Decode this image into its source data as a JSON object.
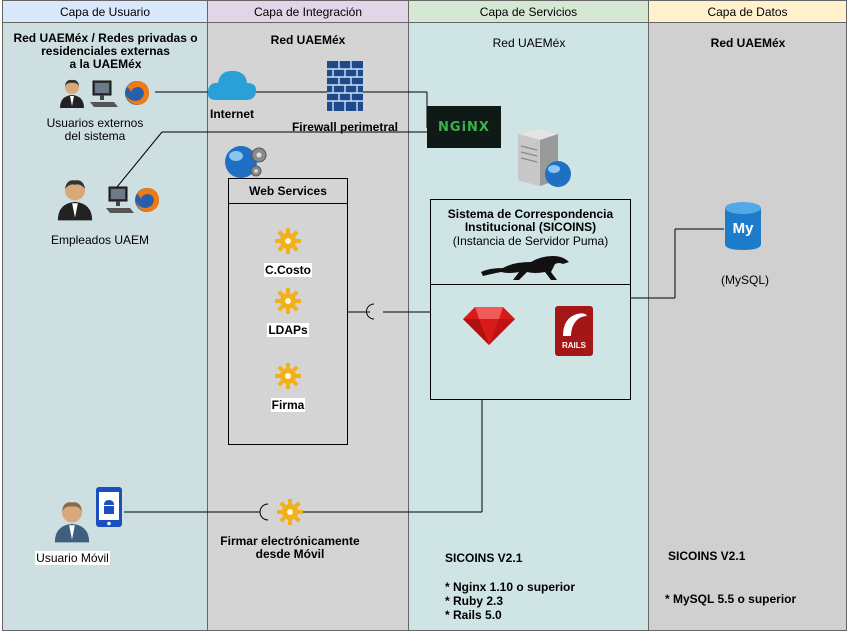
{
  "lanes": {
    "user": {
      "title": "Capa de Usuario"
    },
    "integration": {
      "title": "Capa de Integración"
    },
    "services": {
      "title": "Capa de Servicios"
    },
    "data": {
      "title": "Capa de Datos"
    }
  },
  "user_lane": {
    "network_line1": "Red UAEMéx / Redes privadas o",
    "network_line2": "residenciales externas",
    "network_line3": "a la UAEMéx",
    "external_users_line1": "Usuarios externos",
    "external_users_line2": "del sistema",
    "employees": "Empleados UAEM",
    "mobile_user": "Usuario Móvil"
  },
  "integration_lane": {
    "network": "Red UAEMéx",
    "internet": "Internet",
    "firewall": "Firewall perimetral",
    "web_services_title": "Web Services",
    "ws_items": [
      "C.Costo",
      "LDAPs",
      "Firma"
    ],
    "mobile_sign_line1": "Firmar electrónicamente",
    "mobile_sign_line2": "desde Móvil"
  },
  "services_lane": {
    "network": "Red UAEMéx",
    "nginx_logo": "NGiNX",
    "system_line1": "Sistema de Correspondencia",
    "system_line2": "Institucional  (SICOINS)",
    "system_line3": "(Instancia de Servidor Puma)",
    "rails_logo": "RAILS",
    "version": "SICOINS V2.1",
    "requirements": [
      "* Nginx 1.10 o superior",
      "* Ruby 2.3",
      "* Rails 5.0"
    ]
  },
  "data_lane": {
    "network": "Red UAEMéx",
    "mysql_logo": "My",
    "mysql": "(MySQL)",
    "version": "SICOINS V2.1",
    "requirements": [
      "* MySQL 5.5 o superior"
    ]
  },
  "colors": {
    "user_lane": "#cedfe2",
    "user_header": "#dae8fc",
    "integration_lane": "#d4d4d4",
    "integration_header": "#e1d5e7",
    "services_lane": "#cfe4e4",
    "services_header": "#d5e8d4",
    "data_lane": "#d0d0d0",
    "data_header": "#fff2cc"
  }
}
